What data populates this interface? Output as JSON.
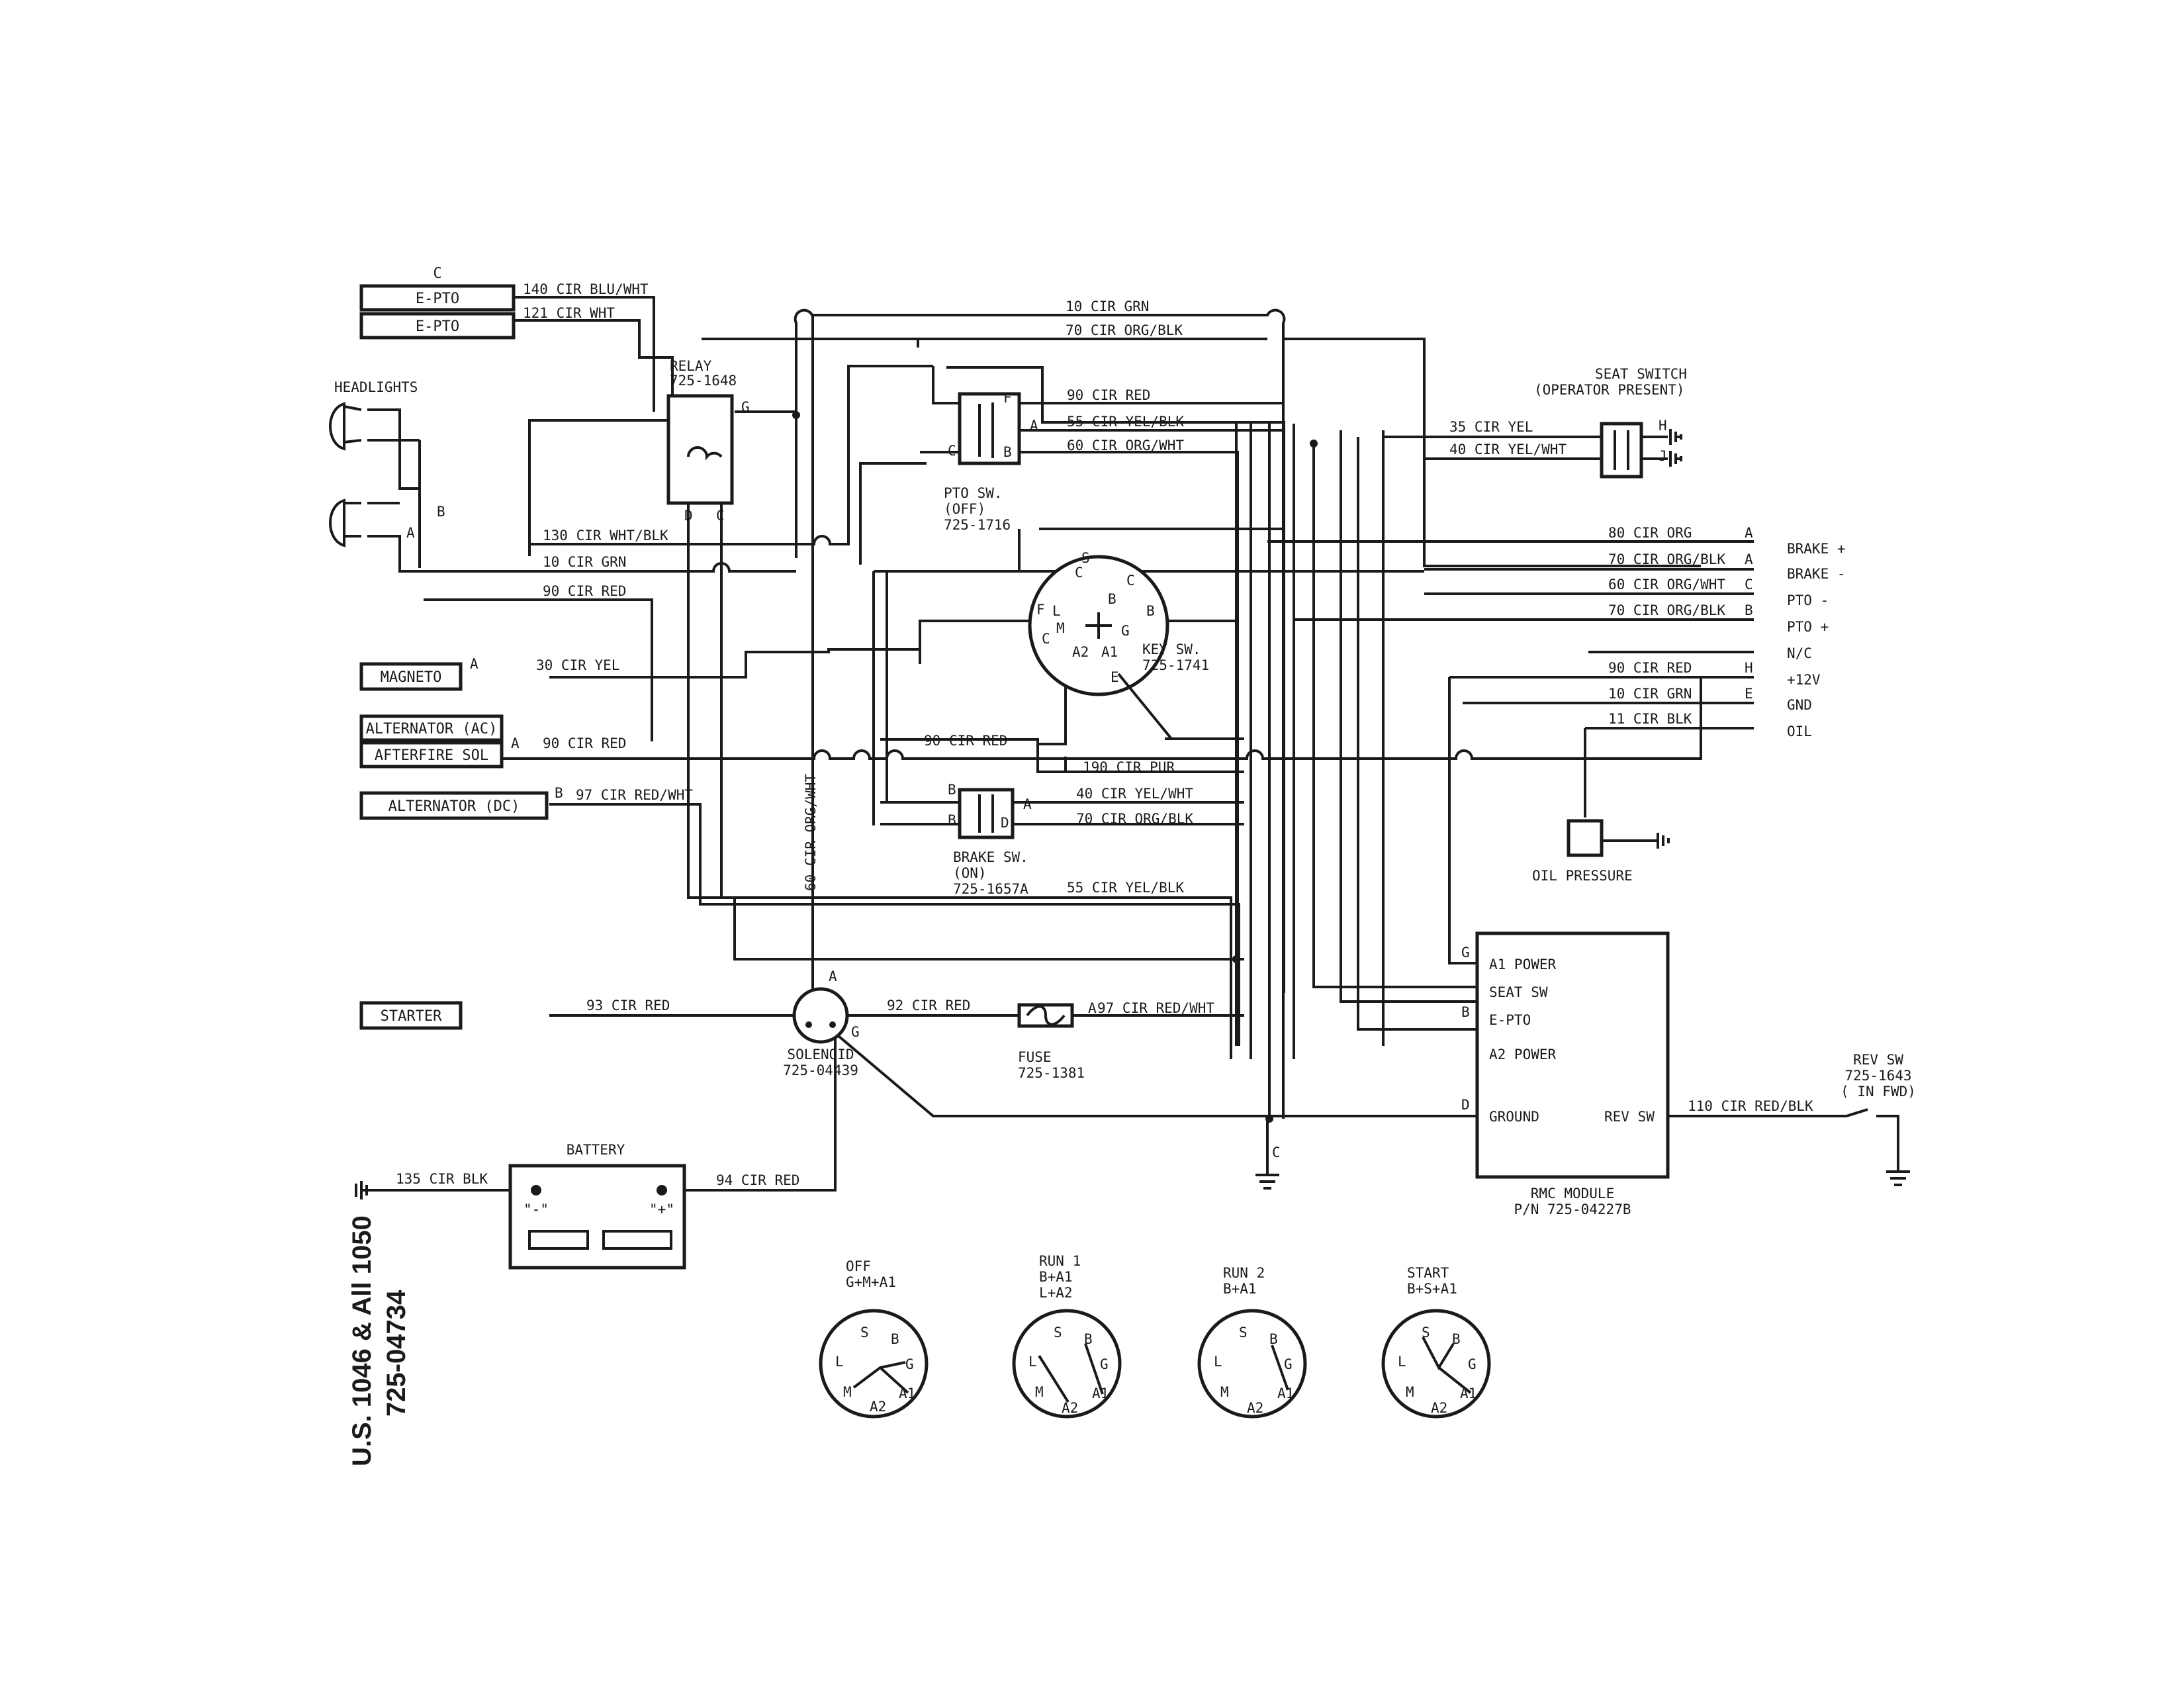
{
  "diagram": {
    "components": {
      "epto_c": "C",
      "epto1": "E-PTO",
      "epto2": "E-PTO",
      "headlights": "HEADLIGHTS",
      "hl_b": "B",
      "hl_a": "A",
      "relay_title": "RELAY",
      "relay_pn": "725-1648",
      "relay_g": "G",
      "relay_d": "D",
      "relay_c": "C",
      "magneto": "MAGNETO",
      "magneto_a": "A",
      "alt_ac": "ALTERNATOR (AC)",
      "afterfire": "AFTERFIRE SOL",
      "alt_ac_a": "A",
      "alt_dc": "ALTERNATOR (DC)",
      "alt_dc_b": "B",
      "starter": "STARTER",
      "solenoid": "SOLENOID",
      "solenoid_pn": "725-04439",
      "sol_a": "A",
      "sol_g": "G",
      "battery": "BATTERY",
      "bat_neg": "\"-\"",
      "bat_pos": "\"+\"",
      "fuse": "FUSE",
      "fuse_pn": "725-1381",
      "fuse_a": "A",
      "pto_sw": "PTO SW.",
      "pto_sw_state": "(OFF)",
      "pto_sw_pn": "725-1716",
      "pto_f": "F",
      "pto_a": "A",
      "pto_c": "C",
      "pto_b": "B",
      "key_sw": "KEY SW.",
      "key_sw_pn": "725-1741",
      "brake_sw": "BRAKE SW.",
      "brake_sw_state": "(ON)",
      "brake_sw_pn": "725-1657A",
      "brake_b1": "B",
      "brake_b2": "B",
      "brake_a": "A",
      "brake_d": "D",
      "seat_switch": "SEAT SWITCH",
      "seat_switch_sub": "(OPERATOR PRESENT)",
      "seat_h": "H",
      "seat_j": "J",
      "oil_pressure": "OIL PRESSURE",
      "rmc_title": "RMC MODULE",
      "rmc_pn": "P/N 725-04227B",
      "rmc_a1": "A1 POWER",
      "rmc_seat": "SEAT SW",
      "rmc_epto": "E-PTO",
      "rmc_a2": "A2 POWER",
      "rmc_ground": "GROUND",
      "rmc_rev": "REV SW",
      "rmc_g": "G",
      "rmc_b": "B",
      "rmc_d": "D",
      "rev_sw": "REV SW",
      "rev_sw_pn": "725-1643",
      "rev_sw_state": "( IN FWD)",
      "ground_c": "C"
    },
    "key_terminals": {
      "s": "S",
      "b": "B",
      "c_top": "C",
      "c_right": "C",
      "f": "F",
      "l": "L",
      "m": "M",
      "c_left": "C",
      "a2": "A2",
      "a1": "A1",
      "b_right": "B",
      "g": "G",
      "e": "E"
    },
    "wires": {
      "w140": "140 CIR BLU/WHT",
      "w121": "121 CIR WHT",
      "w10top": "10 CIR GRN",
      "w70top": "70 CIR ORG/BLK",
      "w90pto": "90 CIR RED",
      "w55pto": "55 CIR YEL/BLK",
      "w60pto": "60 CIR ORG/WHT",
      "w130": "130 CIR WHT/BLK",
      "w10hl": "10 CIR GRN",
      "w90hl": "90 CIR RED",
      "w30": "30 CIR YEL",
      "w90alt": "90 CIR RED",
      "w97alt": "97 CIR RED/WHT",
      "w60vert": "60 CIR ORG/WHT",
      "w90mid": "90 CIR RED",
      "w190": "190 CIR PUR",
      "w40brk": "40 CIR YEL/WHT",
      "w70brk": "70 CIR ORG/BLK",
      "w55low": "55 CIR YEL/BLK",
      "w93": "93 CIR RED",
      "w92": "92 CIR RED",
      "w97fuse": "97 CIR RED/WHT",
      "w135": "135 CIR BLK",
      "w94": "94 CIR RED",
      "w35": "35 CIR YEL",
      "w40seat": "40 CIR YEL/WHT",
      "w110": "110 CIR RED/BLK"
    },
    "connector_rows": [
      {
        "wire": "80 CIR ORG",
        "pin": "A",
        "func": "BRAKE +"
      },
      {
        "wire": "70 CIR ORG/BLK",
        "pin": "A",
        "func": "BRAKE -"
      },
      {
        "wire": "60 CIR ORG/WHT",
        "pin": "C",
        "func": "PTO -"
      },
      {
        "wire": "70 CIR ORG/BLK",
        "pin": "B",
        "func": "PTO +"
      },
      {
        "wire": "",
        "pin": "",
        "func": "N/C"
      },
      {
        "wire": "90 CIR RED",
        "pin": "H",
        "func": "+12V"
      },
      {
        "wire": "10 CIR GRN",
        "pin": "E",
        "func": "GND"
      },
      {
        "wire": "11 CIR BLK",
        "pin": "",
        "func": "OIL"
      }
    ],
    "key_positions": [
      {
        "name": "OFF",
        "combo": "G+M+A1",
        "combo2": ""
      },
      {
        "name": "RUN 1",
        "combo": "B+A1",
        "combo2": "L+A2"
      },
      {
        "name": "RUN 2",
        "combo": "B+A1",
        "combo2": ""
      },
      {
        "name": "START",
        "combo": "B+S+A1",
        "combo2": ""
      }
    ],
    "dial_terminals": {
      "s": "S",
      "b": "B",
      "g": "G",
      "l": "L",
      "m": "M",
      "a2": "A2",
      "a1": "A1"
    },
    "side_label_1": "U.S. 1046 & All 1050",
    "side_label_2": "725-04734"
  }
}
